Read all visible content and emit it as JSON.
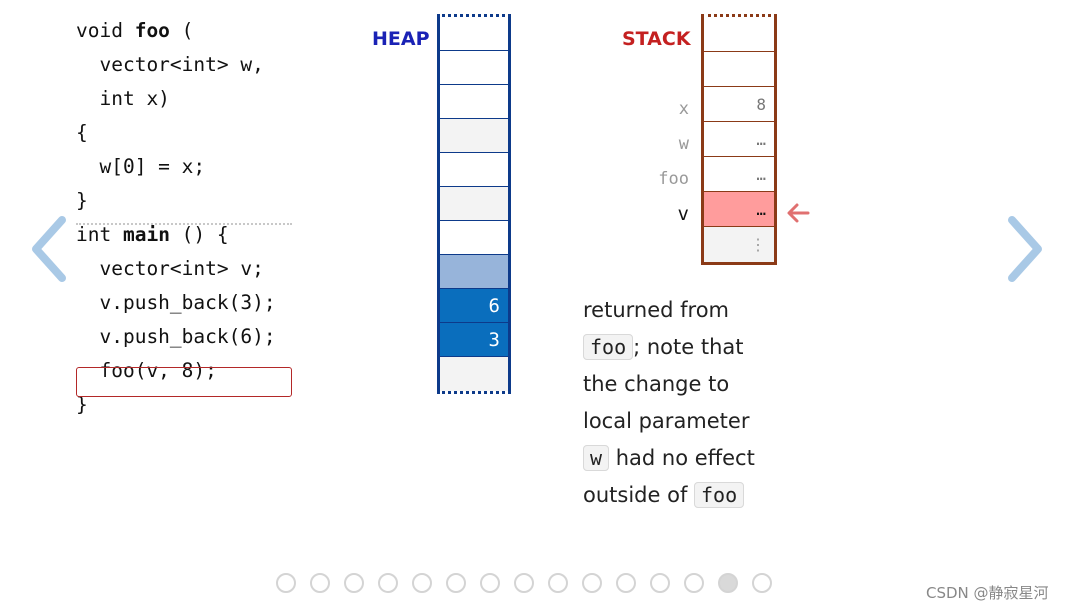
{
  "navigation": {
    "prev_icon": "chevron-left-icon",
    "next_icon": "chevron-right-icon",
    "arrow_color": "#a9c9e6"
  },
  "code": {
    "line1_kw": "void ",
    "line1_fn": "foo",
    "line1_rest": " (",
    "line2": "  vector<int> w,",
    "line3": "  int x)",
    "line4": "{",
    "line5": "  w[0] = x;",
    "line6": "}",
    "line7_kw": "int ",
    "line7_fn": "main",
    "line7_rest": " () {",
    "line8": "  vector<int> v;",
    "line9": "  v.push_back(3);",
    "line10": "  v.push_back(6);",
    "line11": "  foo(v, 8);",
    "line12": "}"
  },
  "heap": {
    "label": "HEAP",
    "cells": [
      "",
      "",
      "",
      "",
      "",
      "",
      "",
      "",
      "6",
      "3",
      ""
    ]
  },
  "stack": {
    "label": "STACK",
    "cells": [
      "",
      "",
      "8",
      "…",
      "…",
      "…",
      "⋮"
    ],
    "vars": [
      "x",
      "w",
      "foo",
      "v"
    ]
  },
  "explanation": {
    "t1": "returned from",
    "code1": "foo",
    "t2": "; note that",
    "t3": "the change to",
    "t4": "local parameter",
    "code2": "w",
    "t5": " had no effect",
    "t6": "outside of ",
    "code3": "foo"
  },
  "pagination": {
    "total": 15,
    "current": 14
  },
  "watermark": "CSDN @静寂星河"
}
